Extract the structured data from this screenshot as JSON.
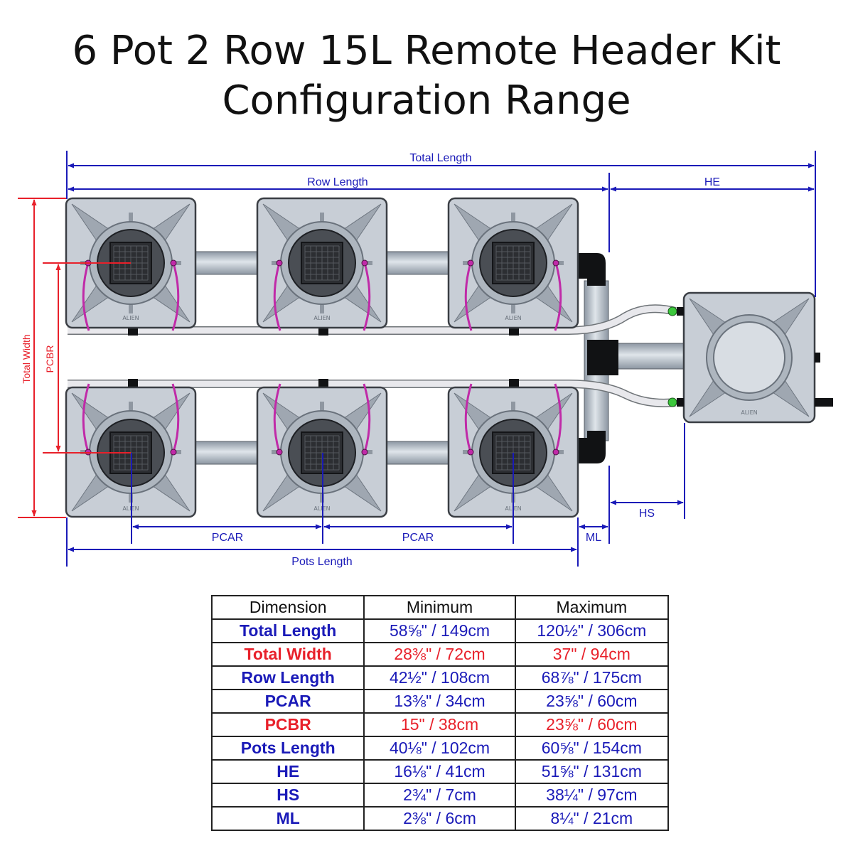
{
  "title": {
    "line1": "6 Pot 2 Row 15L Remote Header Kit",
    "line2": "Configuration Range"
  },
  "diagram": {
    "labels": {
      "total_length": "Total Length",
      "row_length": "Row Length",
      "he": "HE",
      "total_width": "Total Width",
      "pcbr": "PCBR",
      "pcar_1": "PCAR",
      "pcar_2": "PCAR",
      "ml": "ML",
      "hs": "HS",
      "pots_length": "Pots Length"
    },
    "pot_brand_text": "ALIEN",
    "colors": {
      "blue_dim": "#1a1ab8",
      "red_dim": "#e8202a",
      "pot_body": "#c8ced6",
      "pipe": "#aab4be",
      "tube": "#e8e8ec",
      "drip_line": "#c02aa8",
      "fitting_green": "#3cc83c"
    }
  },
  "table": {
    "headers": [
      "Dimension",
      "Minimum",
      "Maximum"
    ],
    "rows": [
      {
        "name": "Total Length",
        "min": "58⅝\" / 149cm",
        "max": "120½\" / 306cm",
        "color": "#1a1ab8"
      },
      {
        "name": "Total Width",
        "min": "28⅜\" / 72cm",
        "max": "37\" / 94cm",
        "color": "#e8202a"
      },
      {
        "name": "Row Length",
        "min": "42½\" / 108cm",
        "max": "68⅞\" / 175cm",
        "color": "#1a1ab8"
      },
      {
        "name": "PCAR",
        "min": "13⅜\" / 34cm",
        "max": "23⅝\" / 60cm",
        "color": "#1a1ab8"
      },
      {
        "name": "PCBR",
        "min": "15\" / 38cm",
        "max": "23⅝\" / 60cm",
        "color": "#e8202a"
      },
      {
        "name": "Pots Length",
        "min": "40⅛\" / 102cm",
        "max": "60⅝\" / 154cm",
        "color": "#1a1ab8"
      },
      {
        "name": "HE",
        "min": "16⅛\" / 41cm",
        "max": "51⅝\" / 131cm",
        "color": "#1a1ab8"
      },
      {
        "name": "HS",
        "min": "2¾\" / 7cm",
        "max": "38¼\" / 97cm",
        "color": "#1a1ab8"
      },
      {
        "name": "ML",
        "min": "2⅜\" / 6cm",
        "max": "8¼\" / 21cm",
        "color": "#1a1ab8"
      }
    ]
  }
}
